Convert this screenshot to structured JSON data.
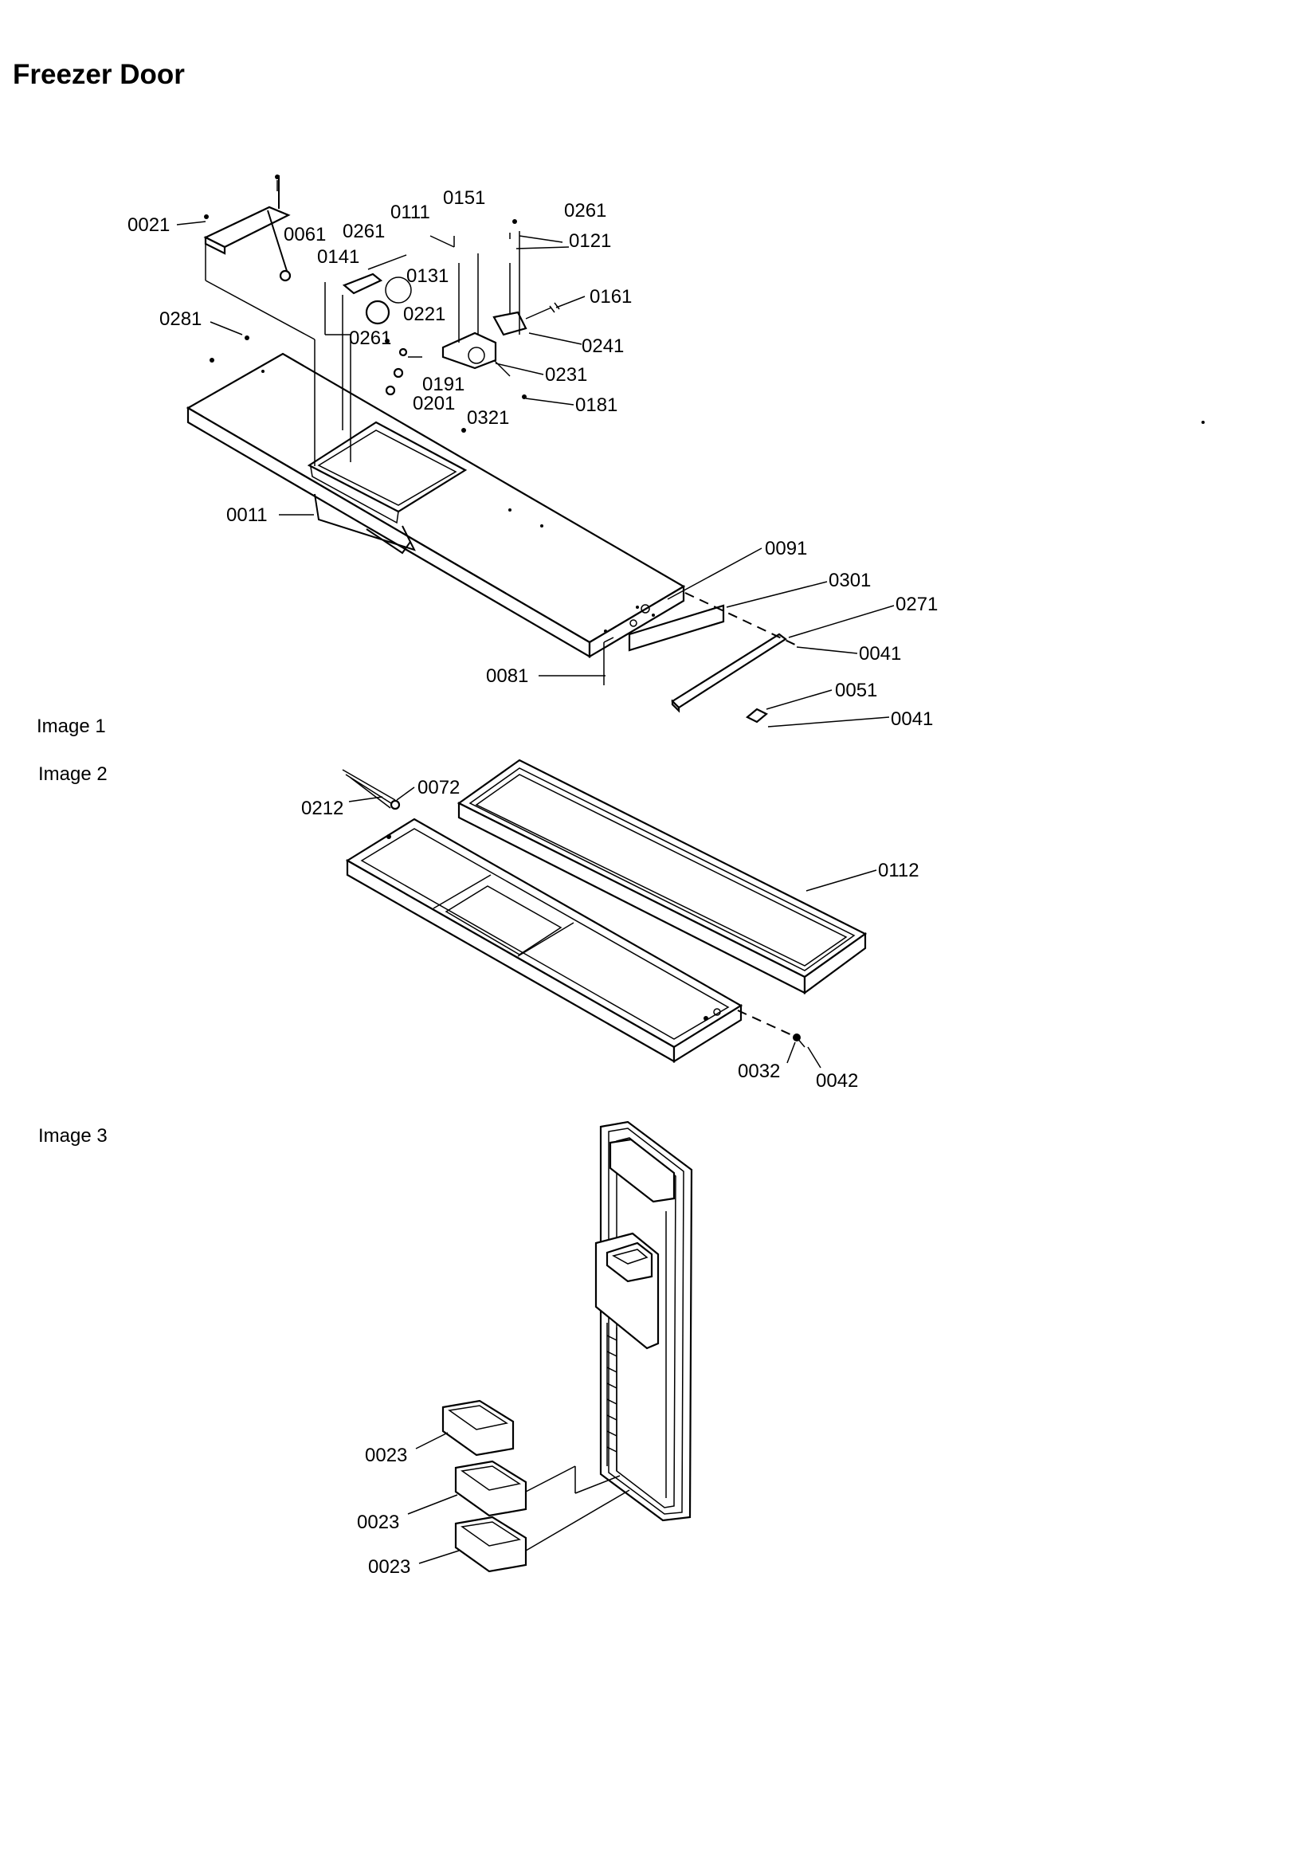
{
  "title": "Freezer Door",
  "sections": [
    {
      "label": "Image 1"
    },
    {
      "label": "Image 2"
    },
    {
      "label": "Image 3"
    }
  ],
  "callouts": {
    "image1": [
      "0021",
      "0061",
      "0261",
      "0111",
      "0151",
      "0261",
      "0121",
      "0141",
      "0131",
      "0161",
      "0221",
      "0241",
      "0281",
      "0261",
      "0231",
      "0191",
      "0201",
      "0321",
      "0181",
      "0011",
      "0091",
      "0301",
      "0271",
      "0041",
      "0081",
      "0051",
      "0041"
    ],
    "image2": [
      "0212",
      "0072",
      "0112",
      "0032",
      "0042"
    ],
    "image3": [
      "0023",
      "0023",
      "0023"
    ]
  }
}
